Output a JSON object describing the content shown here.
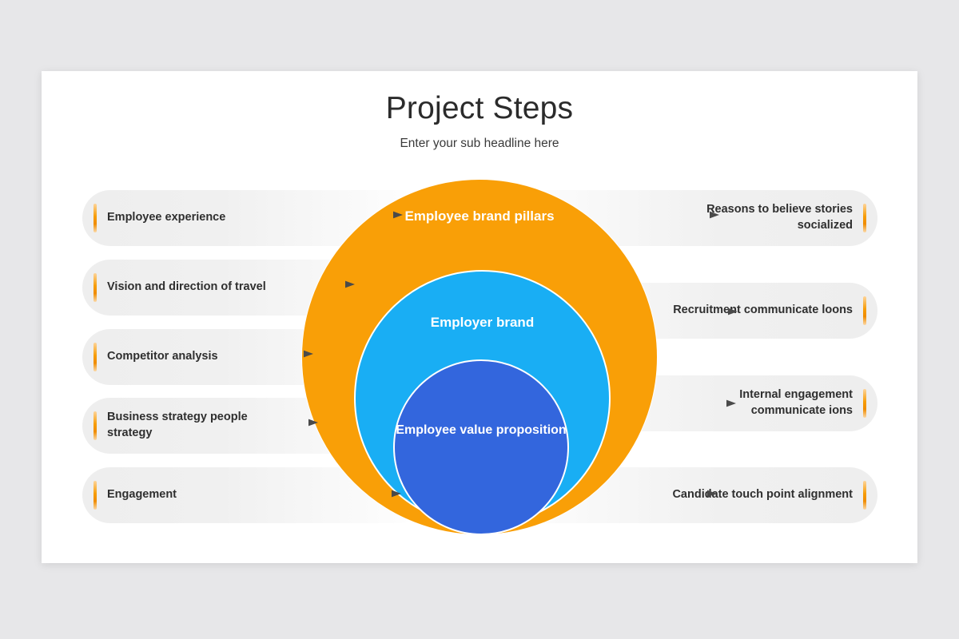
{
  "slide": {
    "title": "Project Steps",
    "subtitle": "Enter your sub headline here",
    "background_color": "#e7e7e9",
    "canvas_color": "#ffffff"
  },
  "diagram": {
    "type": "concentric-circles",
    "accent_color": "#f79c06",
    "circles": [
      {
        "id": "outer",
        "label": "Employee brand pillars",
        "color": "#f99f07"
      },
      {
        "id": "middle",
        "label": "Employer brand",
        "color": "#19aef4"
      },
      {
        "id": "inner",
        "label": "Employee value proposition",
        "color": "#3366dd"
      }
    ],
    "left_items": [
      {
        "label": "Employee experience"
      },
      {
        "label": "Vision and direction of travel"
      },
      {
        "label": "Competitor analysis"
      },
      {
        "label": "Business strategy people strategy"
      },
      {
        "label": "Engagement"
      }
    ],
    "right_items": [
      {
        "label": "Reasons to believe stories socialized"
      },
      {
        "label": "Recruitment communicate loons"
      },
      {
        "label": "Internal engagement communicate ions"
      },
      {
        "label": "Candidate touch point alignment"
      }
    ]
  }
}
